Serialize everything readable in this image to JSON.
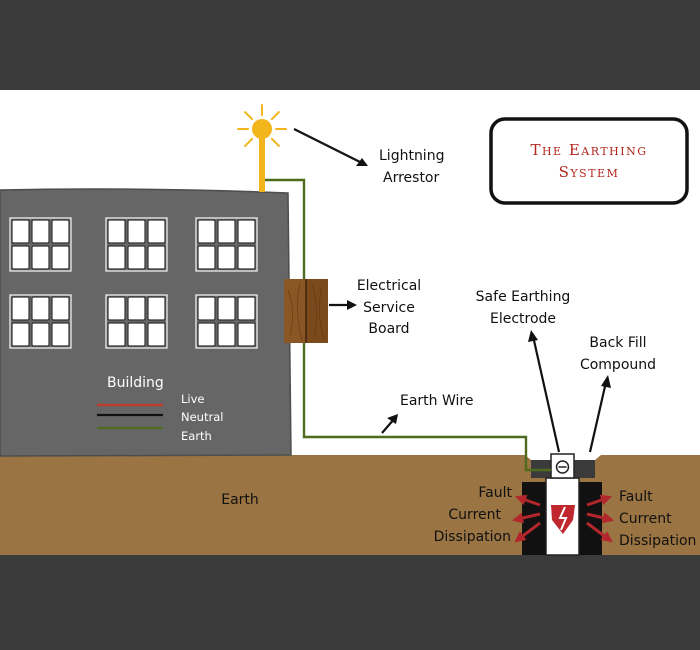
{
  "title": {
    "line1": "The Earthing",
    "line2": "System"
  },
  "labels": {
    "lightning_arrestor": [
      "Lightning",
      "Arrestor"
    ],
    "service_board": [
      "Electrical",
      "Service",
      "Board"
    ],
    "safe_electrode": [
      "Safe Earthing",
      "Electrode"
    ],
    "back_fill": [
      "Back Fill",
      "Compound"
    ],
    "earth_wire": "Earth Wire",
    "earth": "Earth",
    "building": "Building",
    "fault_left": [
      "Fault",
      "Current",
      "Dissipation"
    ],
    "fault_right": [
      "Fault",
      "Current",
      "Dissipation"
    ]
  },
  "legend": [
    {
      "label": "Live",
      "color": "#c0392b"
    },
    {
      "label": "Neutral",
      "color": "#111111"
    },
    {
      "label": "Earth",
      "color": "#4e6b1e"
    }
  ],
  "colors": {
    "frame": "#3b3b3b",
    "sky": "#ffffff",
    "ground": "#9a7442",
    "building": "#666666",
    "earth_wire": "#4e6b1e",
    "board": "#7a4a1c",
    "sun": "#f2b51b",
    "title_red": "#b3261e",
    "arrow_red": "#b3262b"
  }
}
